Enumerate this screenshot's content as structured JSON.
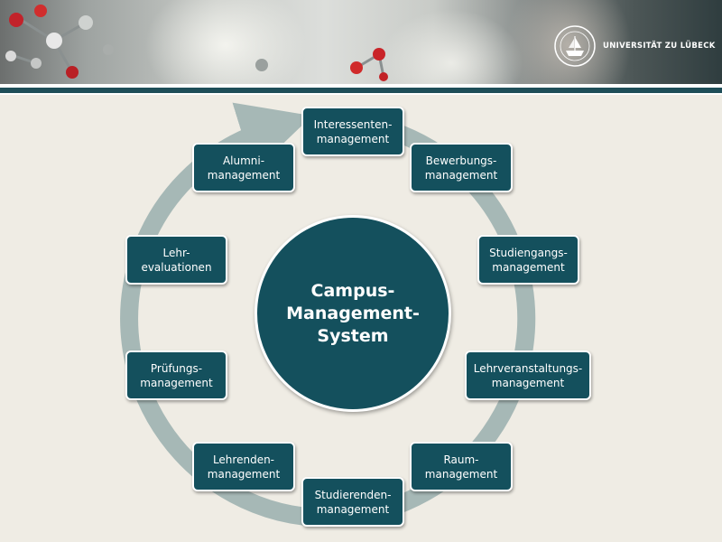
{
  "header": {
    "university_name": "UNIVERSITÄT ZU LÜBECK"
  },
  "diagram": {
    "center": [
      "Campus-",
      "Management-",
      "System"
    ],
    "modules": [
      {
        "line1": "Interessenten-",
        "line2": "management"
      },
      {
        "line1": "Bewerbungs-",
        "line2": "management"
      },
      {
        "line1": "Studiengangs-",
        "line2": "management"
      },
      {
        "line1": "Lehrveranstaltungs-",
        "line2": "management"
      },
      {
        "line1": "Raum-",
        "line2": "management"
      },
      {
        "line1": "Studierenden-",
        "line2": "management"
      },
      {
        "line1": "Lehrenden-",
        "line2": "management"
      },
      {
        "line1": "Prüfungs-",
        "line2": "management"
      },
      {
        "line1": "Lehr-",
        "line2": "evaluationen"
      },
      {
        "line1": "Alumni-",
        "line2": "management"
      }
    ]
  },
  "colors": {
    "box_fill": "#14505d",
    "ring": "#a6b8b6",
    "background": "#efece4"
  }
}
